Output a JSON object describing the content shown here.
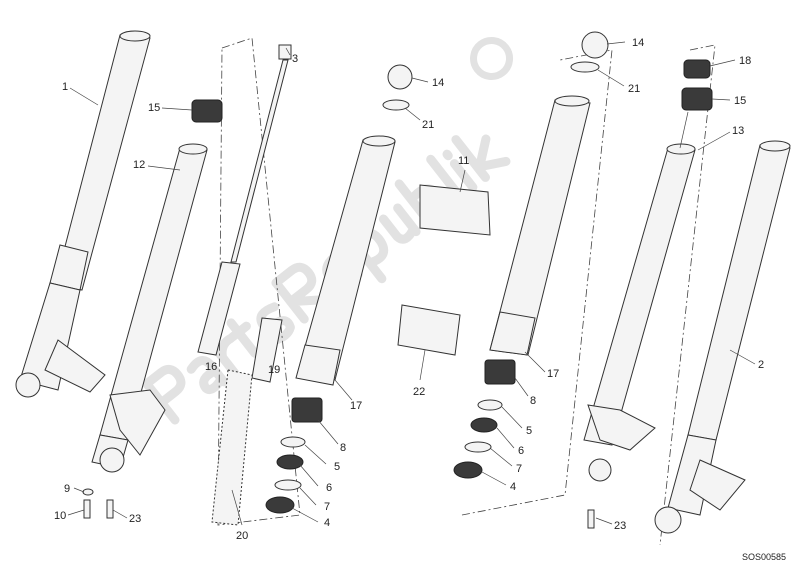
{
  "diagram": {
    "watermark": "PartsRepublik",
    "drawing_code": "SOS00585",
    "callouts_left": [
      "1",
      "15",
      "12",
      "3",
      "16",
      "19",
      "14",
      "21",
      "11",
      "22",
      "17",
      "8",
      "5",
      "6",
      "7",
      "4",
      "20",
      "9",
      "10",
      "23"
    ],
    "callouts_right": [
      "14",
      "21",
      "18",
      "15",
      "13",
      "2",
      "17",
      "8",
      "5",
      "6",
      "7",
      "4",
      "23"
    ]
  }
}
